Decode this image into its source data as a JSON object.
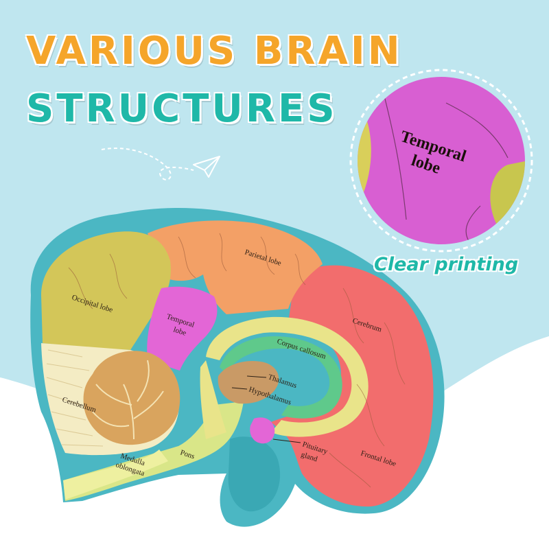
{
  "headline": {
    "line1": "VARIOUS BRAIN",
    "line2": "STRUCTURES"
  },
  "zoom": {
    "label_line1": "Temporal",
    "label_line2": "lobe",
    "caption": "Clear printing"
  },
  "brain_labels": {
    "parietal": "Parietal lobe",
    "occipital": "Occipital lobe",
    "temporal_line1": "Temporal",
    "temporal_line2": "lobe",
    "cerebrum": "Cerebrum",
    "corpus_callosum": "Corpus callosum",
    "thalamus": "Thalamus",
    "hypothalamus": "Hypothalamus",
    "cerebellum": "Cerebellum",
    "pituitary_line1": "Pituitary",
    "pituitary_line2": "gland",
    "medulla_line1": "Medulla",
    "medulla_line2": "oblongata",
    "pons": "Pons",
    "frontal": "Frontal lobe"
  },
  "colors": {
    "background_blue": "#bfe6ef",
    "accent_orange": "#f5a52a",
    "accent_teal": "#1fb8a8",
    "base_teal": "#4bb7c3"
  },
  "icons": [
    "paper-plane-icon"
  ]
}
